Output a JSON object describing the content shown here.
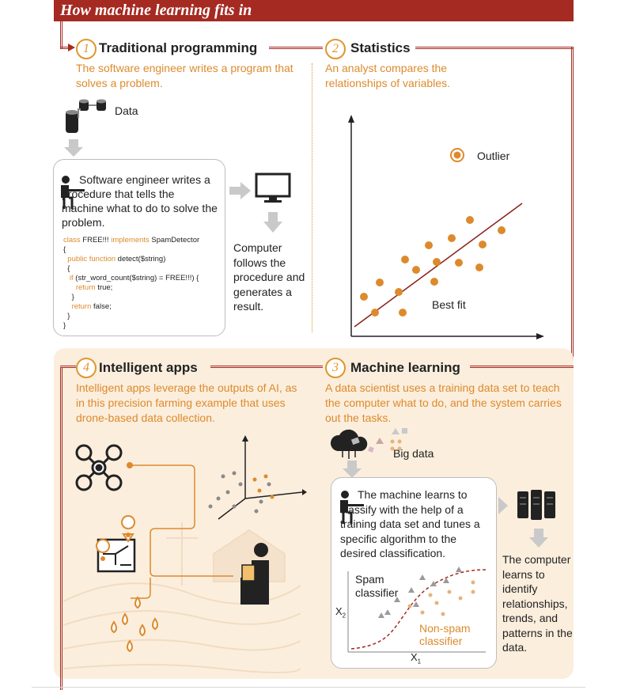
{
  "title": "How machine learning fits in",
  "colors": {
    "accent": "#a52a22",
    "orange": "#dd8a2c",
    "panel": "#fbeedd",
    "grey": "#9a9a9a"
  },
  "sections": {
    "s1": {
      "number": "1",
      "heading": "Traditional programming",
      "description": "The software engineer writes a program that solves a problem.",
      "data_label": "Data",
      "engineer_text": "Software engineer writes a procedure that tells the machine what to do to solve the problem.",
      "code": {
        "l1_kw1": "class",
        "l1_t1": " FREE!!! ",
        "l1_kw2": "implements",
        "l1_t2": " SpamDetector",
        "l2": "{",
        "l3_kw": "public function",
        "l3_t": " detect($string)",
        "l4": "{",
        "l5_kw": "if",
        "l5_t": " (str_word_count($string) = FREE!!!) {",
        "l6_kw": "return",
        "l6_t": " true;",
        "l7": "}",
        "l8_kw": "return",
        "l8_t": " false;",
        "l9": "}",
        "l10": "}"
      },
      "computer_text": "Computer follows the procedure and generates a result."
    },
    "s2": {
      "number": "2",
      "heading": "Statistics",
      "description": "An analyst compares the relationships of variables.",
      "outlier_label": "Outlier",
      "bestfit_label": "Best fit"
    },
    "s3": {
      "number": "3",
      "heading": "Machine learning",
      "description": "A data scientist uses a training data set to teach the computer what to do, and the system carries out the tasks.",
      "bigdata_label": "Big data",
      "machine_text": "The machine learns to classify with the help of a training data set and tunes a specific algorithm to the desired classification.",
      "spam_label": "Spam classifier",
      "nonspam_label": "Non-spam classifier",
      "x_axis": "X",
      "x_sub": "1",
      "y_axis": "X",
      "y_sub": "2",
      "computer_text": "The computer learns to identify relationships, trends, and patterns in the data."
    },
    "s4": {
      "number": "4",
      "heading": "Intelligent apps",
      "description": "Intelligent apps leverage the outputs of AI, as in this precision farming example that uses drone-based data collection."
    }
  },
  "icons": [
    "database-icon",
    "down-arrow-icon",
    "right-arrow-icon",
    "person-at-desk-icon",
    "monitor-icon",
    "cloud-icon",
    "server-icon",
    "drone-icon",
    "map-pin-icon",
    "water-drop-icon",
    "farm-illustration"
  ]
}
